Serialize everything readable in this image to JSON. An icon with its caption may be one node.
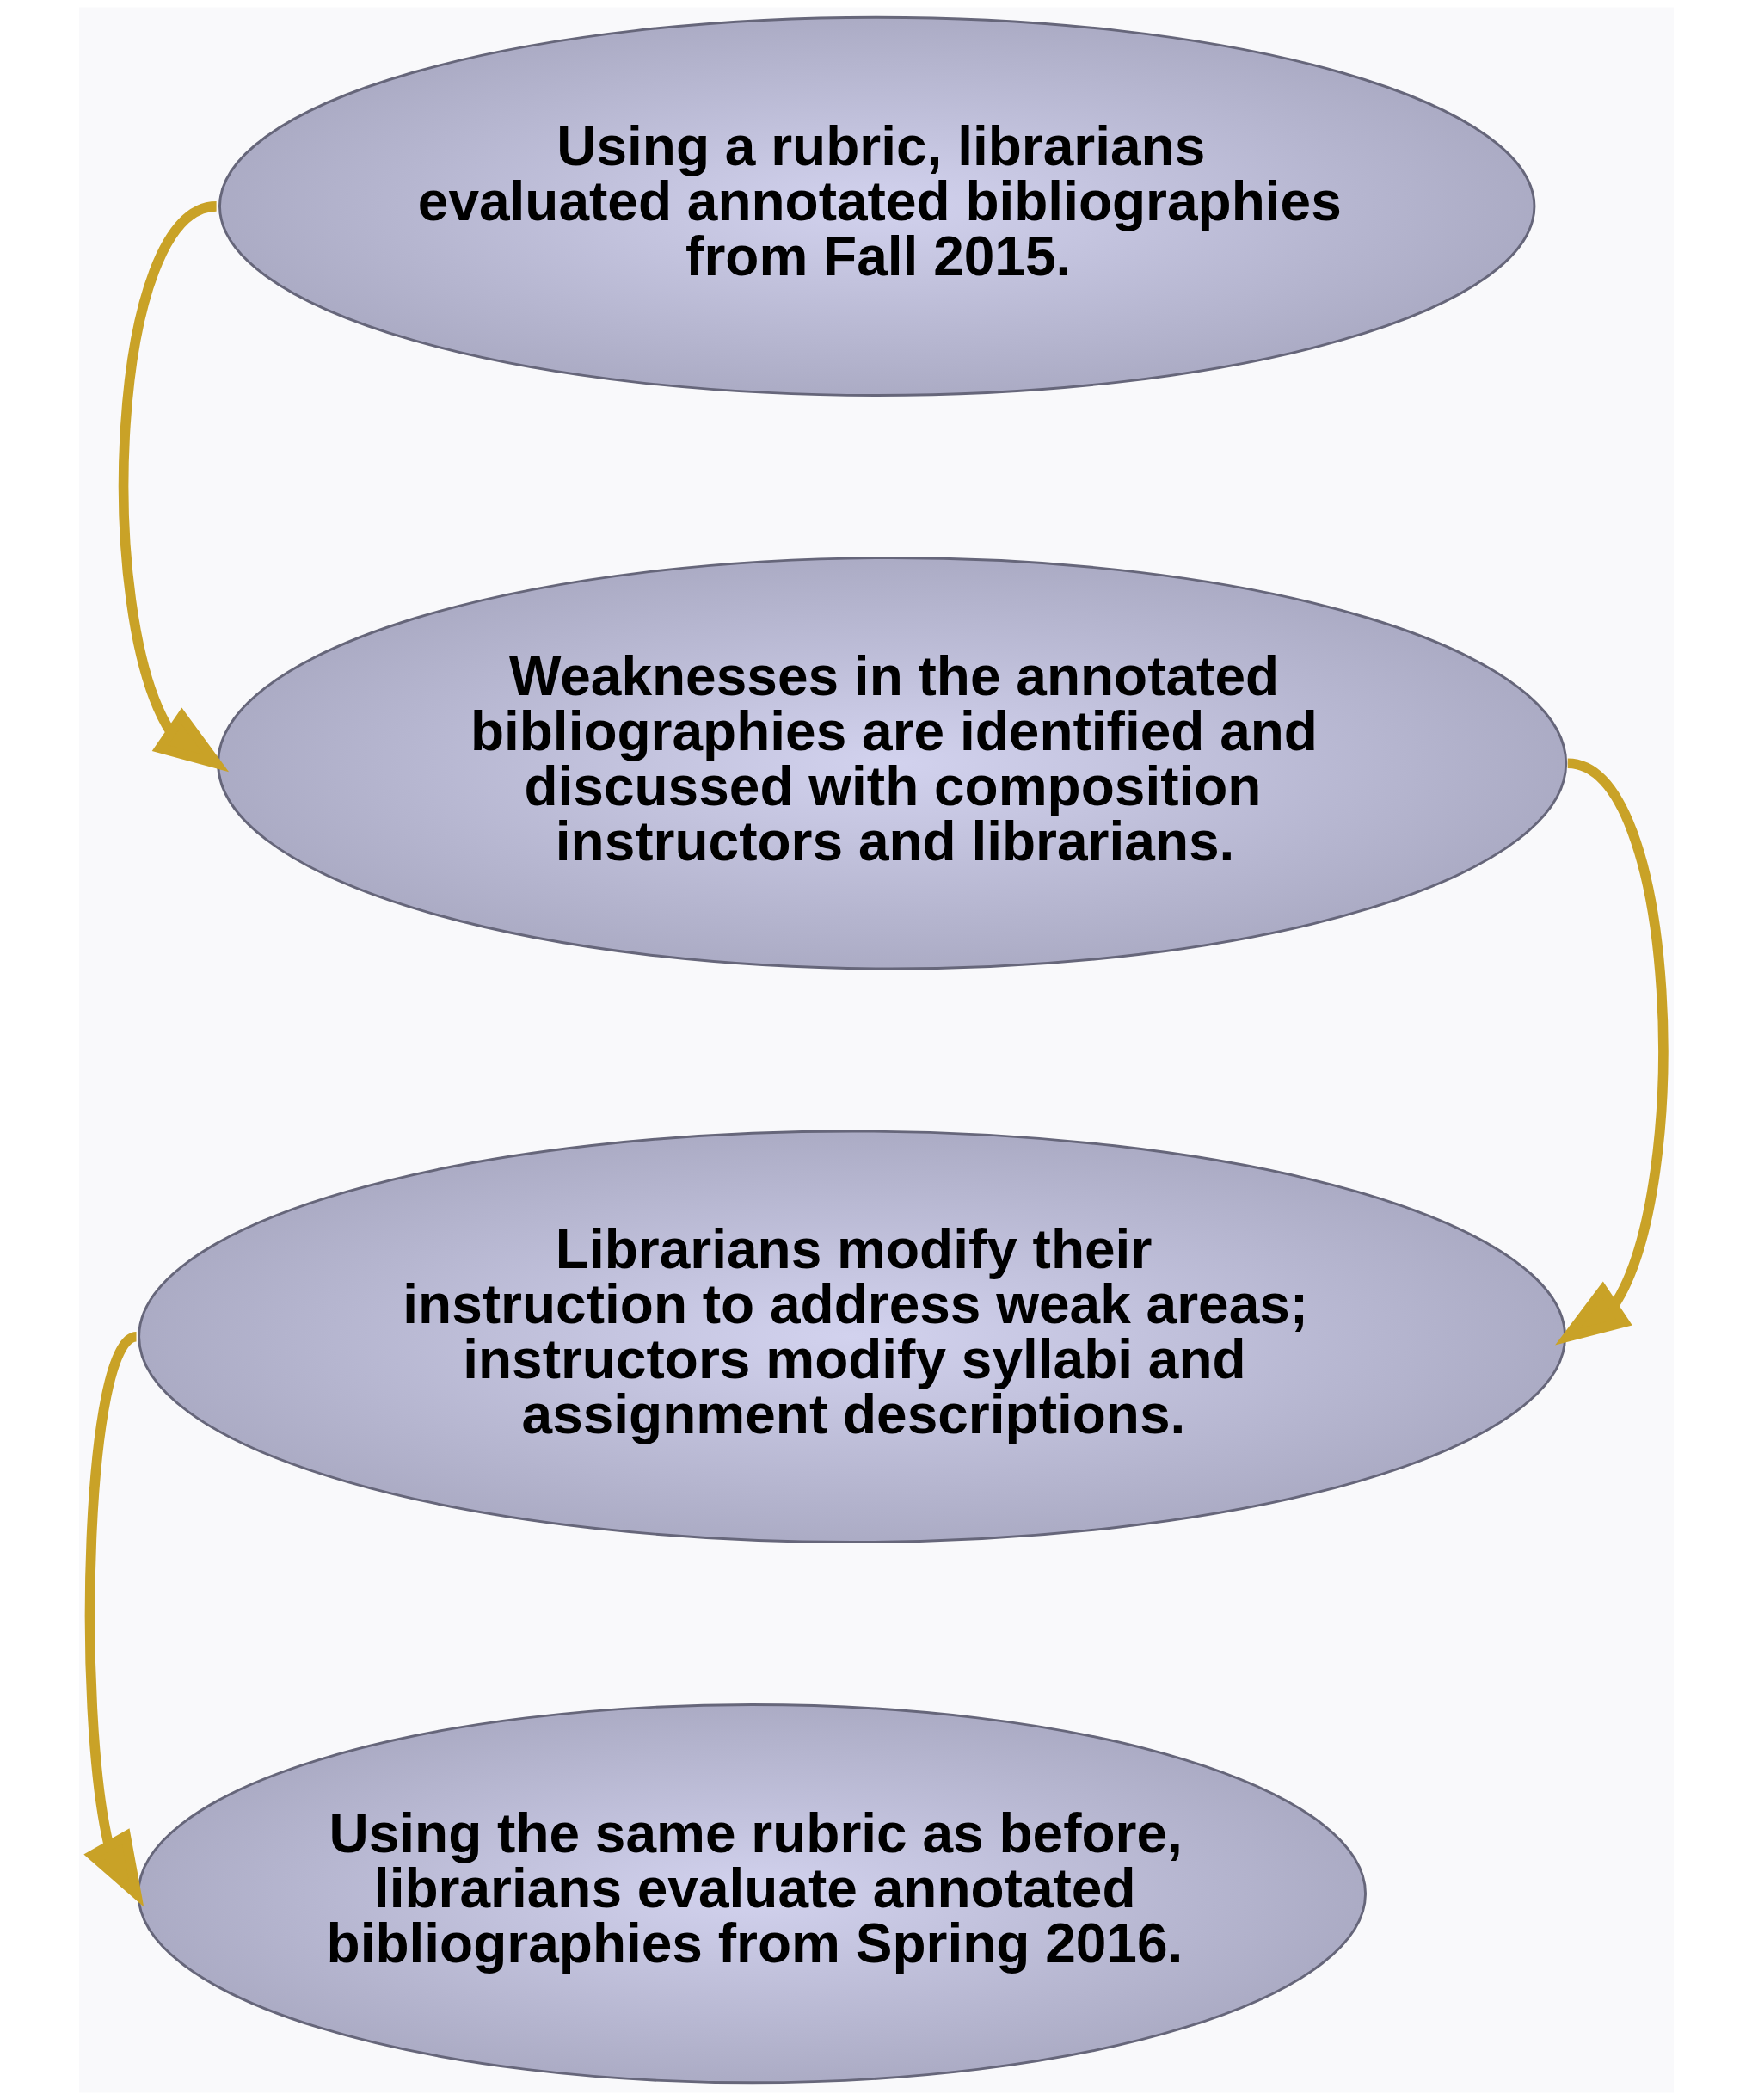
{
  "diagram": {
    "nodes": [
      {
        "text": [
          "Using a rubric, librarians evaluated annotated bibliographies from Fall 2015."
        ]
      },
      {
        "text": [
          "Weaknesses in the annotated bibliographies are identified and discussed with composition instructors and librarians."
        ]
      },
      {
        "text": [
          "Librarians modify their instruction to address weak areas; instructors modify syllabi and assignment descriptions."
        ]
      },
      {
        "text": [
          "Using the same rubric as before, librarians evaluate annotated bibliographies from Spring 2016."
        ]
      }
    ],
    "edges": [
      {
        "from": 0,
        "to": 1,
        "arrow": "to"
      },
      {
        "from": 1,
        "to": 2,
        "arrow": "to"
      },
      {
        "from": 2,
        "to": 3,
        "arrow": "to"
      }
    ]
  }
}
